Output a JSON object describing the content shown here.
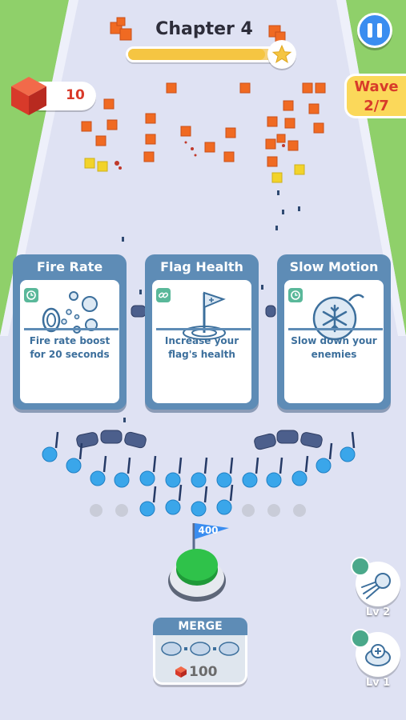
{
  "hud": {
    "chapter_title": "Chapter 4",
    "chapter_progress_percent": 88,
    "currency_value": "10",
    "wave_label": "Wave",
    "wave_value": "2/7",
    "icons": [
      "pause-icon",
      "star-icon",
      "red-cube-icon"
    ]
  },
  "upgrade_cards": [
    {
      "title": "Fire Rate",
      "description_line1": "Fire rate boost",
      "description_line2": "for 20 seconds",
      "badge_icon": "clock-icon",
      "art_icon": "bubbles-icon"
    },
    {
      "title": "Flag Health",
      "description_line1": "Increase your",
      "description_line2": "flag's health",
      "badge_icon": "link-icon",
      "art_icon": "flag-target-icon"
    },
    {
      "title": "Slow Motion",
      "description_line1": "Slow down your",
      "description_line2": "enemies",
      "badge_icon": "clock-icon",
      "art_icon": "snowflake-bomb-icon"
    }
  ],
  "flag": {
    "health_value": "400"
  },
  "merge": {
    "title": "MERGE",
    "cost": "100"
  },
  "side_buttons": [
    {
      "level": "Lv 2",
      "icon": "comet-icon"
    },
    {
      "level": "Lv 1",
      "icon": "shield-soldier-icon"
    }
  ],
  "colors": {
    "road": "#dfe2f3",
    "grass": "#8fd06a",
    "card_blue": "#5e8cb6",
    "enemy_orange": "#f06a22",
    "soldier_blue": "#3aa6ea",
    "fire_button_green": "#2fc24a"
  }
}
